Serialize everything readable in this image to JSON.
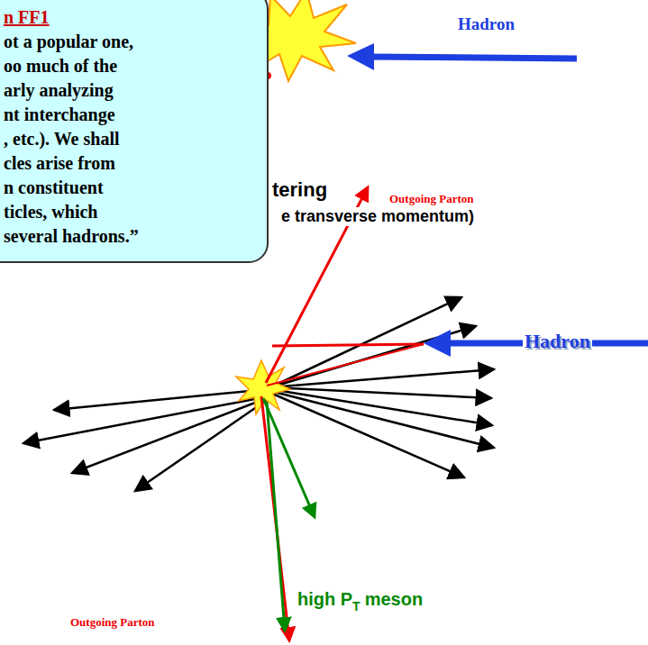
{
  "diagram": {
    "nodes": [
      {
        "text": [
          "n FF1",
          "ot a popular one,",
          "oo much of the",
          "arly analyzing",
          "nt interchange",
          ", etc.). We shall",
          "cles arise from",
          "n constituent",
          "ticles, which",
          "several hadrons.”"
        ]
      }
    ],
    "labels": [
      "Hadron",
      "tering",
      "Outgoing Parton",
      "e transverse momentum)",
      "Hadron",
      "high P",
      "T",
      "meson",
      "Outgoing Parton"
    ]
  }
}
